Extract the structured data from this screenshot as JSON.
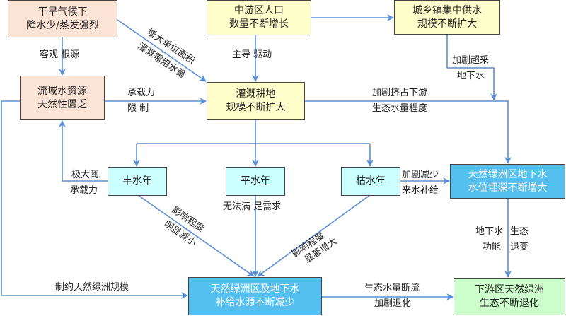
{
  "colors": {
    "arrow": "#5b8fd6",
    "peach": "#fbe4d6",
    "yellow": "#ffffcc",
    "cyan": "#ccffff",
    "blue": "#55bff0",
    "green": "#ccffcc"
  },
  "nodes": {
    "drought": [
      "干旱气候下",
      "降水少/蒸发强烈"
    ],
    "population": [
      "中游区人口",
      "数量不断增长"
    ],
    "urban_supply": [
      "城乡镇集中供水",
      "规模不断扩大"
    ],
    "water_resource": [
      "流域水资源",
      "天然性匮乏"
    ],
    "irrigation": [
      "灌溉耕地",
      "规模不断扩大"
    ],
    "wet_year": [
      "丰水年"
    ],
    "normal_year": [
      "平水年"
    ],
    "dry_year": [
      "枯水年"
    ],
    "groundwater_depth": [
      "天然绿洲区地下水",
      "水位埋深不断增大"
    ],
    "recharge": [
      "天然绿洲区及地下水",
      "补给水源不断减少"
    ],
    "downstream": [
      "下游区天然绿洲",
      "生态不断退化"
    ]
  },
  "edge_labels": {
    "objective_root": "客观  根源",
    "increase_unit_1": "增大单位面积",
    "increase_unit_2": "灌溉需用水量",
    "leading_drive": "主导  驱动",
    "over_exploit_1": "加剧超采",
    "over_exploit_2": "地下水",
    "capacity_1": "承载力",
    "capacity_2": "限   制",
    "squeeze_1": "加剧挤占下游",
    "squeeze_2": "生态水量程度",
    "threshold_1": "极大阈",
    "threshold_2": "承载力",
    "unmet_demand": "无法满 足需求",
    "reduce_supply_1": "加剧减少",
    "reduce_supply_2": "来水补给",
    "wet_effect_1": "影响程度",
    "wet_effect_2": "明显减小",
    "dry_effect_1": "影响程度",
    "dry_effect_2": "显著增大",
    "eco_1a": "地下水",
    "eco_1b": "生态",
    "eco_2a": "功能",
    "eco_2b": "退变",
    "restrict_oasis": "制约天然绿洲规模",
    "eco_flow_1": "生态水量断流",
    "eco_flow_2": "加剧退化"
  }
}
